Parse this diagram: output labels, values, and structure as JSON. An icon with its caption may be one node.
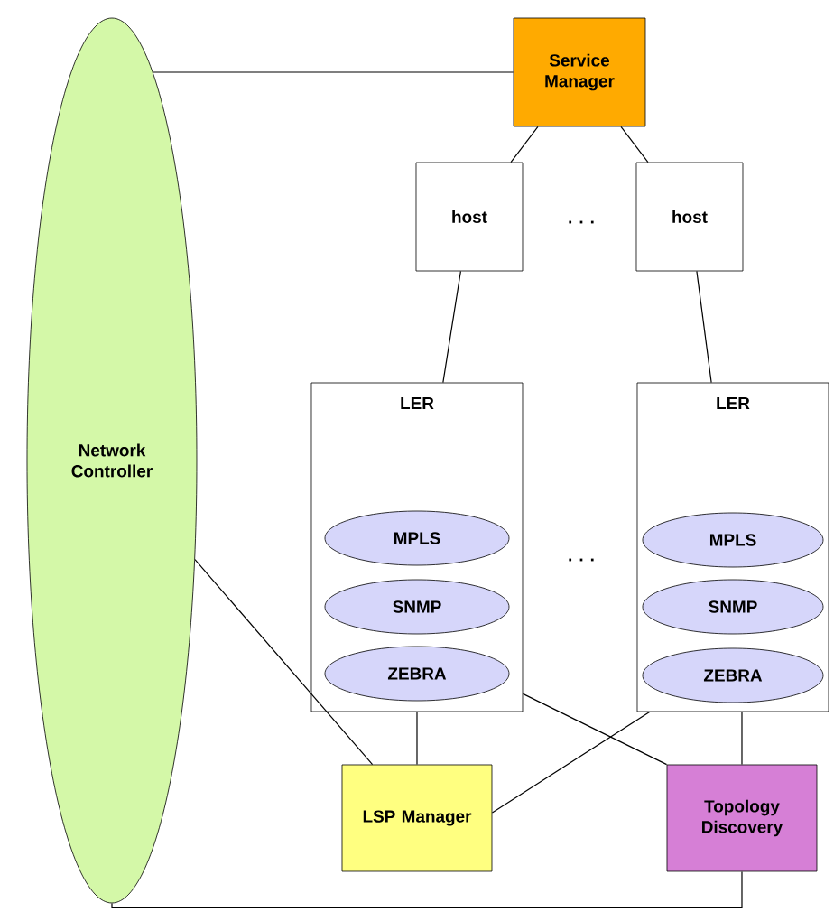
{
  "diagram": {
    "nodes": [
      {
        "text": [
          "Network Controller"
        ]
      },
      {
        "text": [
          "Service Manager"
        ]
      },
      {
        "text": [
          "host"
        ]
      },
      {
        "text": [
          "host"
        ]
      },
      {
        "text": [
          "LER"
        ]
      },
      {
        "text": [
          "MPLS"
        ],
        "in": 4
      },
      {
        "text": [
          "SNMP"
        ],
        "in": 4
      },
      {
        "text": [
          "ZEBRA"
        ],
        "in": 4
      },
      {
        "text": [
          "LER"
        ]
      },
      {
        "text": [
          "MPLS"
        ],
        "in": 8
      },
      {
        "text": [
          "SNMP"
        ],
        "in": 8
      },
      {
        "text": [
          "ZEBRA"
        ],
        "in": 8
      },
      {
        "text": [
          "LSP Manager"
        ]
      },
      {
        "text": [
          "Topology Discovery"
        ]
      }
    ],
    "edges": [
      {
        "from": 0,
        "to": 1,
        "arrow": "none"
      },
      {
        "from": 1,
        "to": 2,
        "arrow": "none"
      },
      {
        "from": 1,
        "to": 3,
        "arrow": "none"
      },
      {
        "from": 2,
        "to": 4,
        "arrow": "none"
      },
      {
        "from": 3,
        "to": 8,
        "arrow": "none"
      },
      {
        "from": 0,
        "to": 12,
        "arrow": "none"
      },
      {
        "from": 4,
        "to": 12,
        "arrow": "none"
      },
      {
        "from": 4,
        "to": 13,
        "arrow": "none"
      },
      {
        "from": 8,
        "to": 12,
        "arrow": "none"
      },
      {
        "from": 8,
        "to": 13,
        "arrow": "none"
      },
      {
        "from": 13,
        "to": 0,
        "arrow": "none"
      }
    ],
    "labels": [
      ". . .",
      ". . ."
    ]
  }
}
